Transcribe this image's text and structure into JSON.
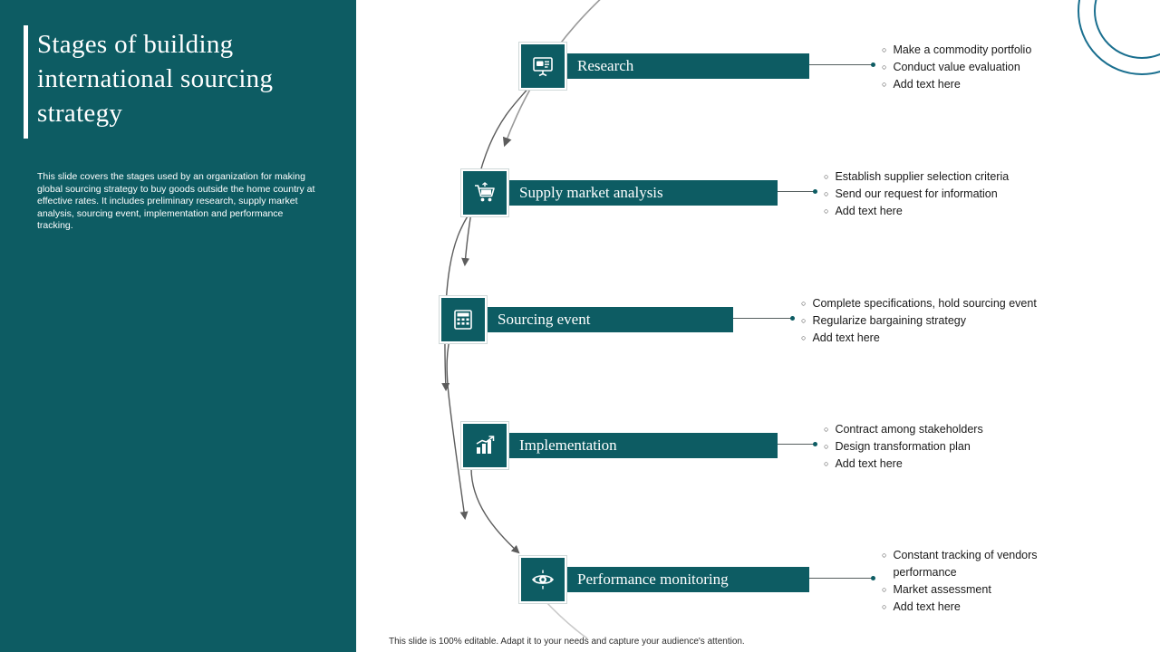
{
  "slide": {
    "title": "Stages of building international sourcing strategy",
    "description": "This slide covers the stages used by an organization for making global sourcing strategy to buy goods outside the home country at effective rates. It includes preliminary research, supply market analysis, sourcing event, implementation and performance tracking.",
    "footer": "This slide is 100% editable. Adapt it to your needs and capture your audience's attention.",
    "accent_color": "#0d5c63",
    "background_color": "#ffffff"
  },
  "stages": [
    {
      "label": "Research",
      "icon": "presentation-board-icon",
      "bullets": [
        "Make a commodity portfolio",
        "Conduct value  evaluation",
        "Add text here"
      ]
    },
    {
      "label": "Supply market analysis",
      "icon": "shopping-cart-icon",
      "bullets": [
        "Establish supplier selection criteria",
        "Send our request for information",
        "Add text here"
      ]
    },
    {
      "label": "Sourcing event",
      "icon": "calculator-icon",
      "bullets": [
        "Complete specifications, hold sourcing event",
        "Regularize bargaining  strategy",
        "Add text here"
      ]
    },
    {
      "label": "Implementation",
      "icon": "growth-chart-icon",
      "bullets": [
        "Contract among stakeholders",
        "Design transformation plan",
        "Add text here"
      ]
    },
    {
      "label": "Performance monitoring",
      "icon": "eye-target-icon",
      "bullets": [
        "Constant tracking of vendors performance",
        "Market  assessment",
        "Add text here"
      ]
    }
  ]
}
